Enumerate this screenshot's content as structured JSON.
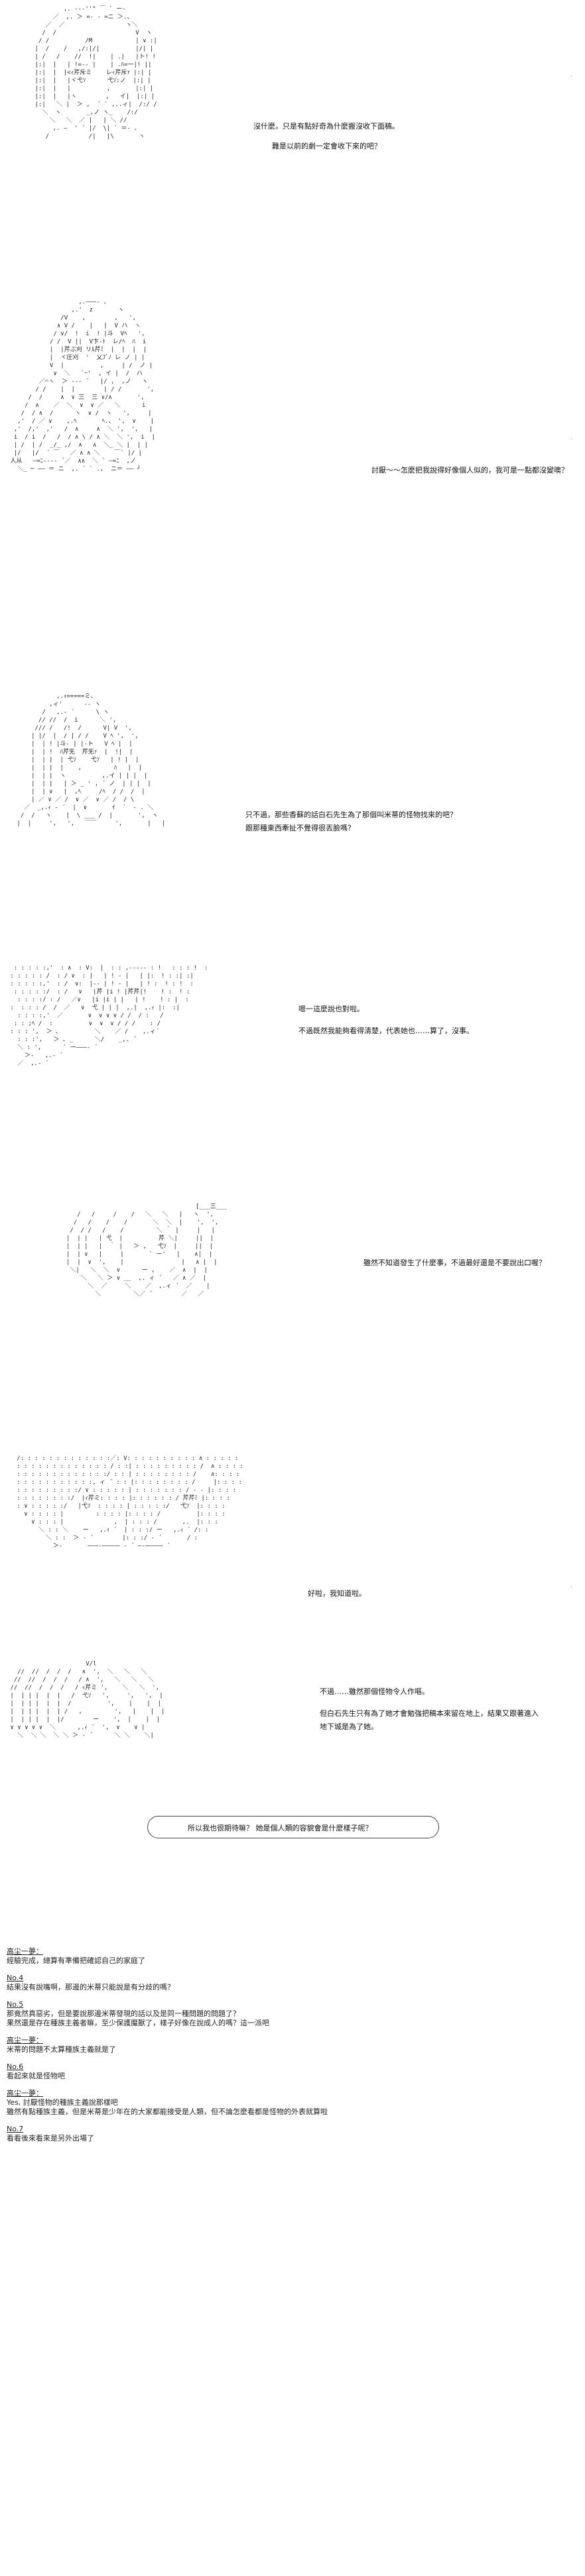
{
  "panels": [
    {
      "lines": [
        "沒什麼。只是有點好奇為什麼搬沒收下面稿。",
        "難是以前的劇一定會收下來的吧？"
      ]
    },
    {
      "lines": [
        "討厭～～怎麼把我說得好像個人似的，我可是一點都沒變噢？"
      ]
    },
    {
      "lines": [
        "只不過，那些香蘇的話白石先生為了那個叫米蒂的怪物找來的吧？",
        "跟那種東西牽扯不覺得很丟臉嗎？"
      ]
    },
    {
      "lines": [
        "嗯一這麼說也對啦。",
        "不過既然我能夠看得清楚，代表她也……算了，沒事。"
      ]
    },
    {
      "lines": [
        "雖然不知道發生了什麼事，不過最好還是不要說出口喔？"
      ]
    },
    {
      "lines": [
        "好啦，我知道啦。"
      ]
    },
    {
      "lines": [
        "不過……雖然那個怪物令人作嘔。",
        "但白石先生只有為了她才會勉強把稿本來留在地上，結果又跟著進入",
        "地下城是為了她。"
      ]
    }
  ],
  "bubble_text": "所以我也很期待嘛？ 她是個人類的容貌會是什麼樣子呢？",
  "chat": [
    {
      "who": "高尘一夢：",
      "msg": "經驗完成，總算有準備把確認自己的家庭了"
    },
    {
      "who": "No.4",
      "msg": "結果沒有說嘴啊，那邊的米蒂只能說是有分歧的嗎？"
    },
    {
      "who": "No.5",
      "msg": "那竟然真惡劣，但是要說那邊米蒂發現的話以及是同一種問題的問題了？\n果然還是存在種族主義者嘛，至少保護魔獸了，樣子好像在說成人的嗎？這一派吧"
    },
    {
      "who": "高尘一夢：",
      "msg": "米蒂的問題不太算種族主義就是了"
    },
    {
      "who": "No.6",
      "msg": "看起來就是怪物吧"
    },
    {
      "who": "高尘一夢：",
      "msg": "Yes, 討厭怪物的種族主義說那樣吧\n雖然有點種族主義，但是米蒂是少年在的大家都能接受是人類，但不論怎麼看都是怪物的外表就算啦"
    },
    {
      "who": "No.7",
      "msg": "看看後來看來是另外出場了"
    }
  ]
}
